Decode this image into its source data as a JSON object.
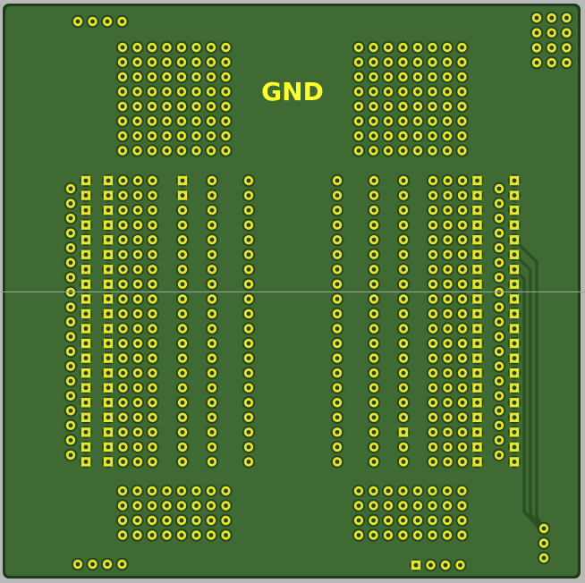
{
  "board": {
    "silkscreen_label": "GND",
    "colors": {
      "background": "#b9b9b9",
      "substrate": "#2f5a26",
      "copper_pour": "#3f6a33",
      "board_edge": "#1f3b18",
      "pad_ring": "#e6e62a",
      "pad_hole": "#253f1c",
      "pad_clearance": "#26461f",
      "trace": "#2a4f22",
      "silkscreen": "#ffff2e",
      "crosshair": "#9aa8a0"
    },
    "pad_shapes": [
      "round",
      "square"
    ],
    "icons": [
      "pad-icon",
      "square-pad-icon"
    ]
  }
}
